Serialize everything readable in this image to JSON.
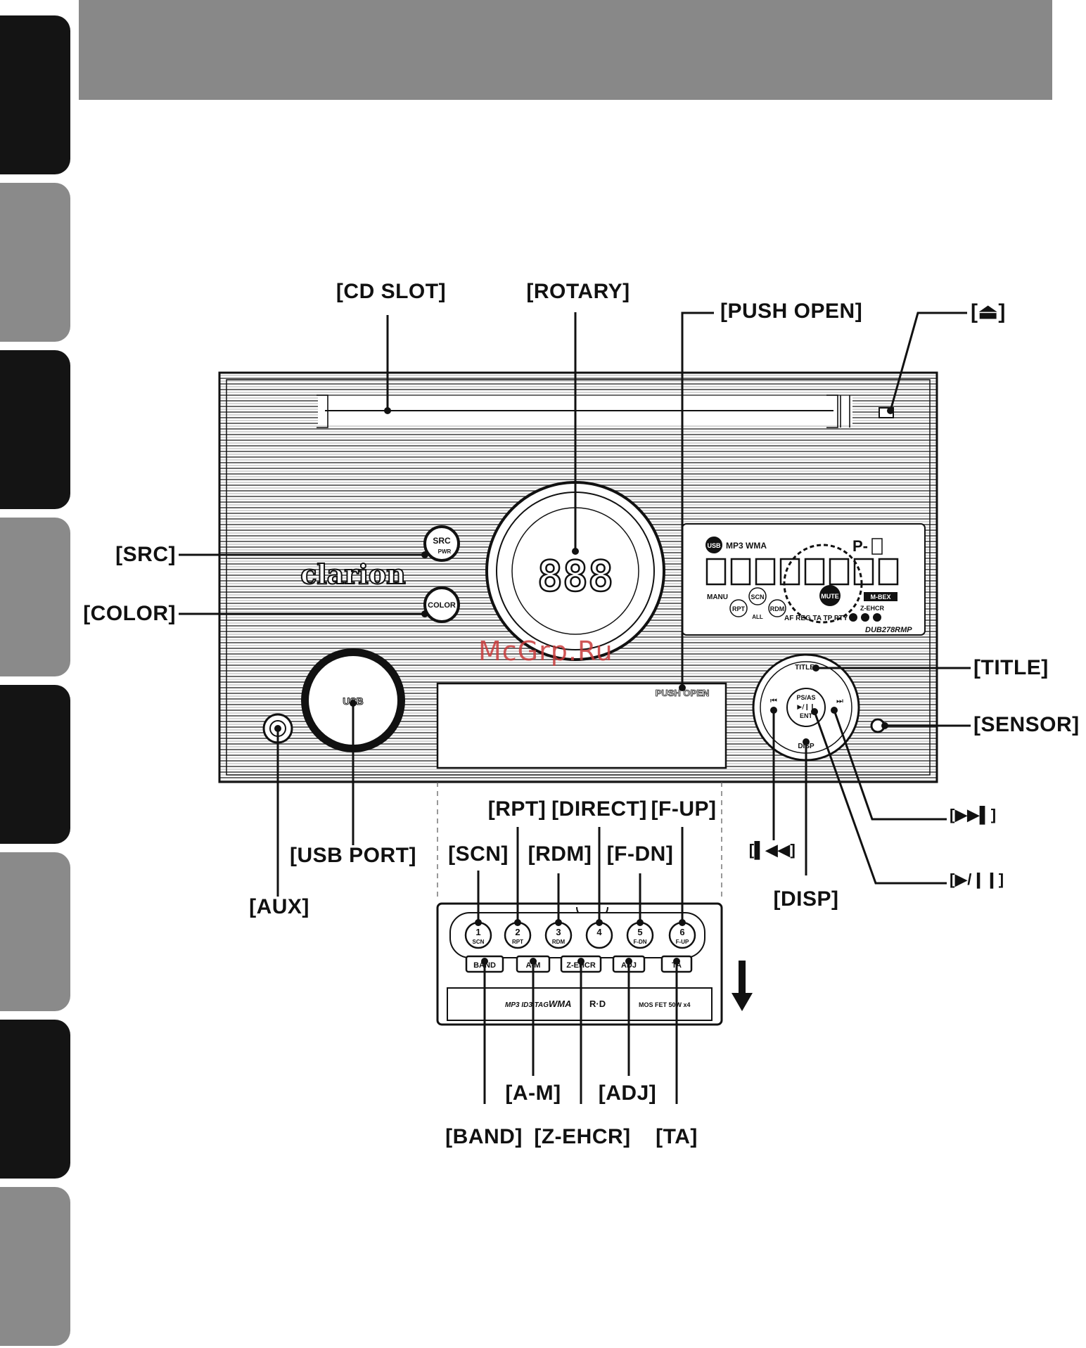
{
  "callouts": {
    "cd_slot": "[CD SLOT]",
    "rotary": "[ROTARY]",
    "push_open": "[PUSH OPEN]",
    "eject": "[⏏]",
    "src": "[SRC]",
    "color": "[COLOR]",
    "title": "[TITLE]",
    "sensor": "[SENSOR]",
    "usb_port": "[USB PORT]",
    "aux": "[AUX]",
    "rpt": "[RPT]",
    "direct": "[DIRECT]",
    "f_up": "[F-UP]",
    "scn": "[SCN]",
    "rdm": "[RDM]",
    "f_dn": "[F-DN]",
    "next": "[▶▶▌]",
    "prev": "[▌◀◀]",
    "play_pause": "[▶/❙❙]",
    "disp": "[DISP]",
    "a_m": "[A-M]",
    "adj": "[ADJ]",
    "band": "[BAND]",
    "z_ehcr": "[Z-EHCR]",
    "ta": "[TA]"
  },
  "unit": {
    "brand": "clarion",
    "src_button": "SRC",
    "src_sub": "PWR",
    "color_button": "COLOR",
    "usb_label": "USB",
    "rotary_display": "888",
    "push_open_label": "PUSH OPEN",
    "model": "DUB278RMP",
    "disp_label": "DISP",
    "title_label": "TITLE",
    "center_top": "PS/AS",
    "center_mid": "▶/❙❙",
    "center_bot": "ENT"
  },
  "lcd": {
    "usb": "USB",
    "mp3wma": "MP3 WMA",
    "preset": "P-",
    "manu": "MANU",
    "scn": "SCN",
    "rpt": "RPT",
    "all": "ALL",
    "rdm": "RDM",
    "mute": "MUTE",
    "mbex": "M-BEX",
    "zehcr": "Z-EHCR",
    "flags": "AF REG TA TP PTY"
  },
  "faceplate": {
    "keys": [
      {
        "num": "1",
        "sub": "SCN"
      },
      {
        "num": "2",
        "sub": "RPT"
      },
      {
        "num": "3",
        "sub": "RDM"
      },
      {
        "num": "4",
        "sub": ""
      },
      {
        "num": "5",
        "sub": "F-DN"
      },
      {
        "num": "6",
        "sub": "F-UP"
      }
    ],
    "buttons": [
      "BAND",
      "A-M",
      "Z-EHCR",
      "ADJ",
      "TA"
    ],
    "logos": [
      "MP3 ID3 TAG",
      "WMA",
      "R·D",
      "MOS FET 50W x4"
    ]
  },
  "watermark": "McGrp.Ru"
}
